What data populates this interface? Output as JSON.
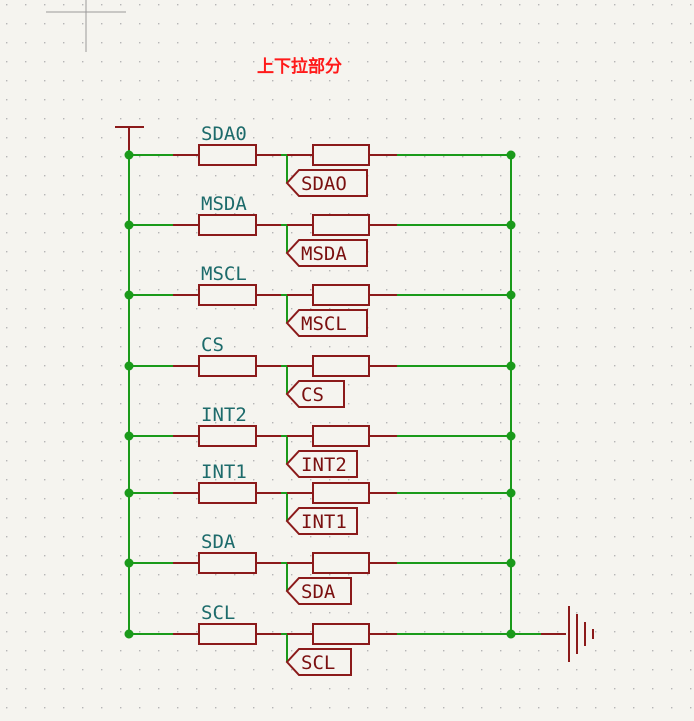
{
  "sheet": {
    "title": "上下拉部分",
    "rows": [
      {
        "net_label": "SDA0",
        "global_label": "SDAO"
      },
      {
        "net_label": "MSDA",
        "global_label": "MSDA"
      },
      {
        "net_label": "MSCL",
        "global_label": "MSCL"
      },
      {
        "net_label": "CS",
        "global_label": "CS"
      },
      {
        "net_label": "INT2",
        "global_label": "INT2"
      },
      {
        "net_label": "INT1",
        "global_label": "INT1"
      },
      {
        "net_label": "SDA",
        "global_label": "SDA"
      },
      {
        "net_label": "SCL",
        "global_label": "SCL"
      }
    ]
  },
  "symbols": {
    "power_top": "power-flag-icon",
    "ground_right": "ground-icon"
  },
  "colors": {
    "wire": "#1a9a1a",
    "device": "#8b1a1a",
    "net_label": "#1d6b6b",
    "global_label_text": "#7a1010",
    "title": "#ff1a1a",
    "background": "#f5f4ef",
    "grid_dot": "#b5b5b5"
  }
}
